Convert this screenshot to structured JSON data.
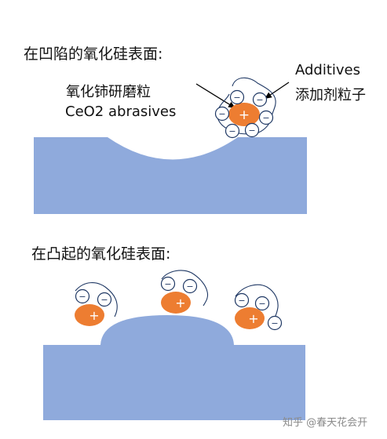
{
  "concave": {
    "heading": "在凹陷的氧化硅表面:",
    "abrasive_label_cn": "氧化铈研磨粒",
    "abrasive_label_en": "CeO2 abrasives",
    "additive_label_en": "Additives",
    "additive_label_cn": "添加剂粒子"
  },
  "convex": {
    "heading": "在凸起的氧化硅表面:"
  },
  "symbols": {
    "positive": "+",
    "negative": "−"
  },
  "watermark": "知乎 @春天花会开",
  "colors": {
    "substrate": "#8faadc",
    "abrasive": "#ed7d31",
    "outline": "#1f3864"
  }
}
